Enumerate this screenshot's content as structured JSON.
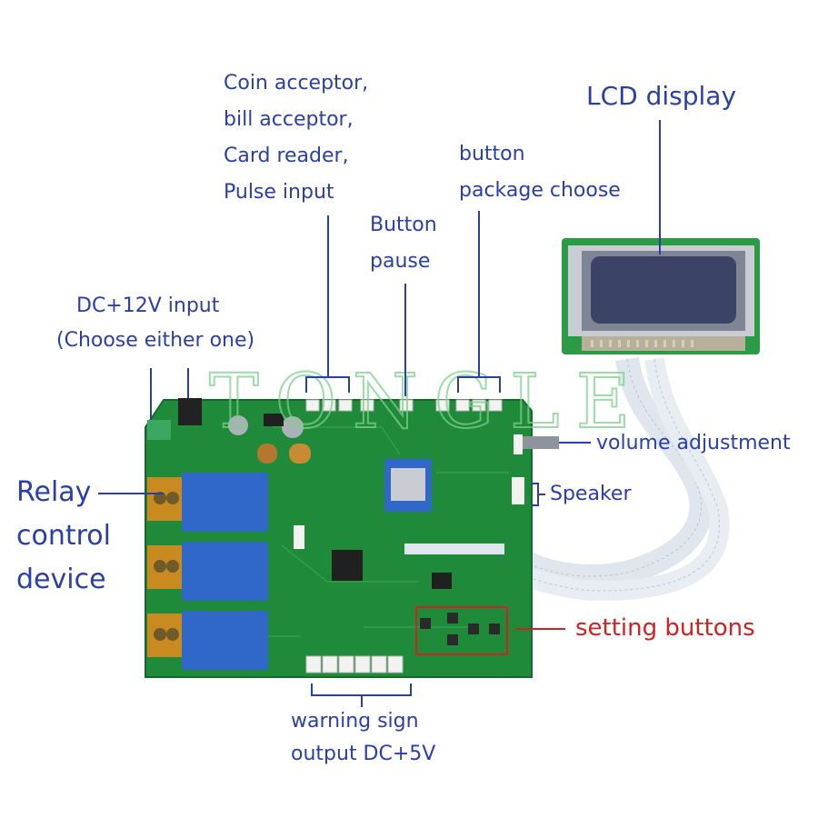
{
  "watermark": "TONGLE",
  "labels": {
    "coin_input": [
      "Coin acceptor,",
      "bill acceptor,",
      "Card reader,",
      "Pulse input"
    ],
    "button_pause": [
      "Button",
      "pause"
    ],
    "button_package": [
      "button",
      "package choose"
    ],
    "lcd_display": "LCD display",
    "dc_input": [
      "DC+12V input",
      "(Choose either one)"
    ],
    "volume": "volume adjustment",
    "speaker": "Speaker",
    "relay": [
      "Relay",
      "control",
      "device"
    ],
    "setting_buttons": "setting buttons",
    "warning": [
      "warning sign",
      "output DC+5V"
    ]
  },
  "colors": {
    "label": "#2a3fa8",
    "highlight": "#d42020",
    "pcb": "#1f8a3a",
    "relay": "#2f68c8",
    "lcd_frame": "#2d9a45",
    "lcd_screen": "#3b4466"
  }
}
